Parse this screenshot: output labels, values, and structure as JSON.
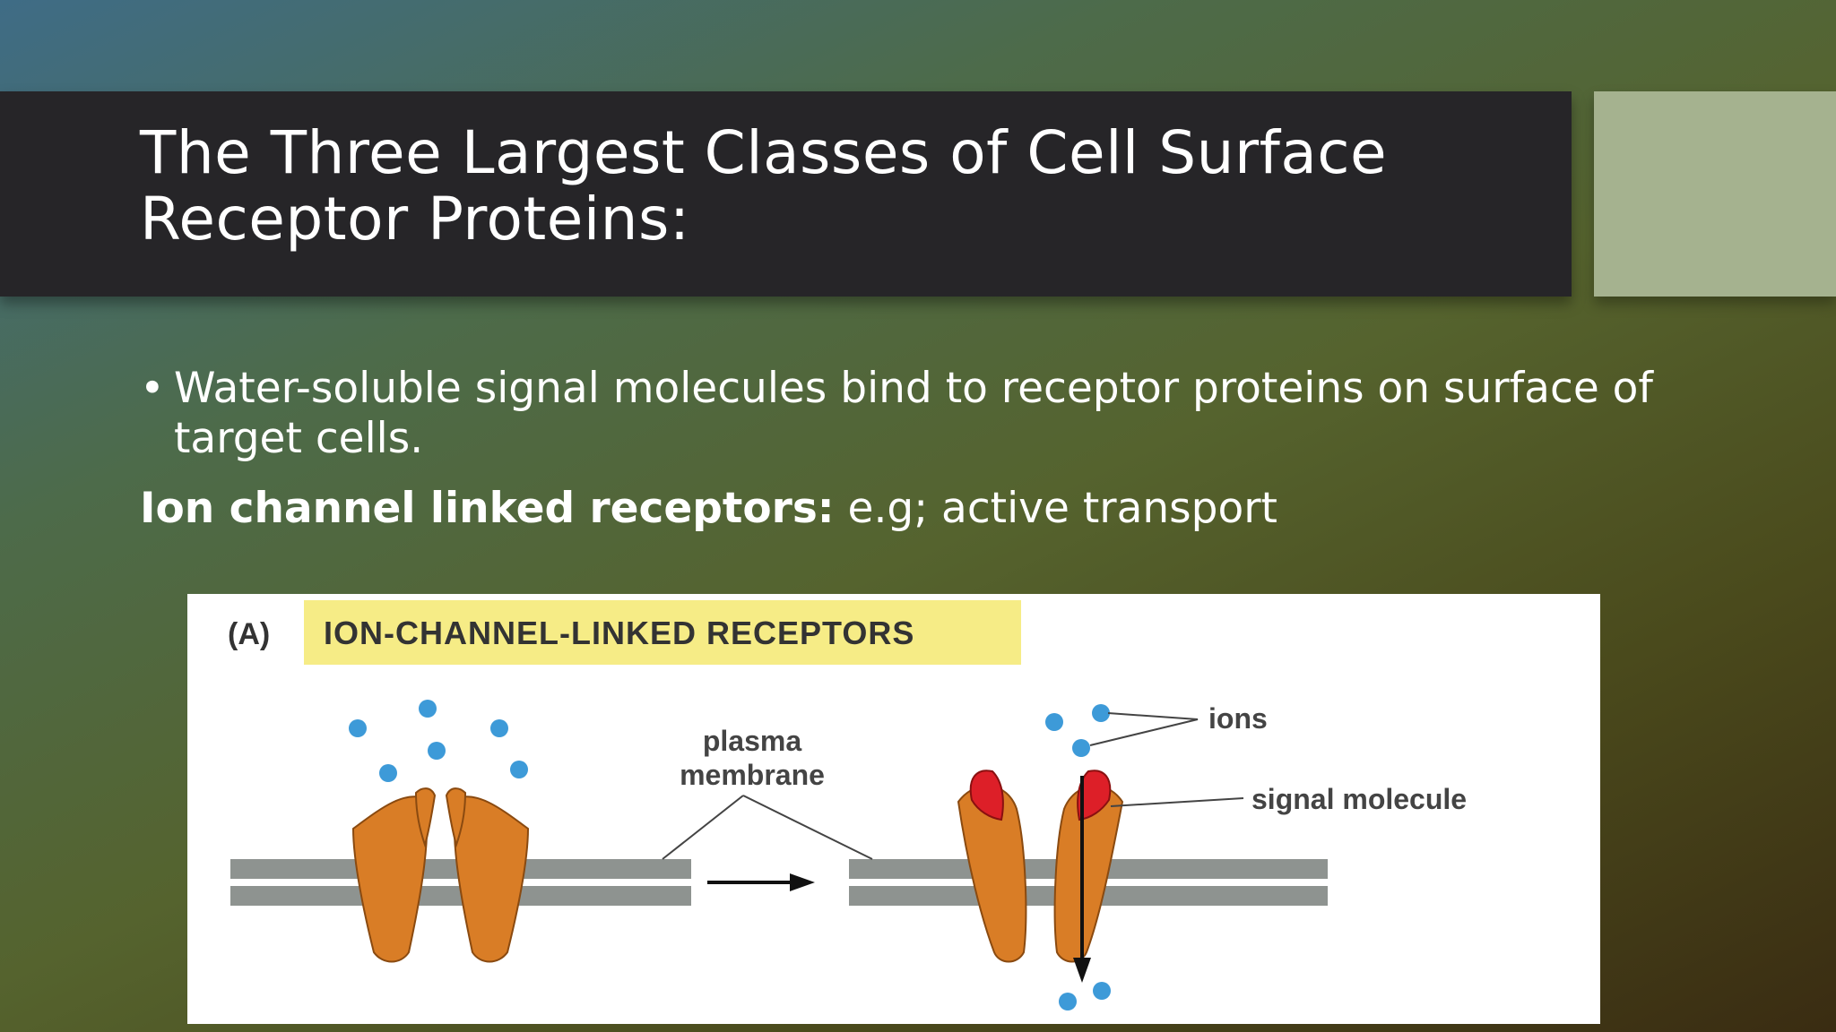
{
  "slide": {
    "title": "The Three Largest Classes of Cell Surface Receptor Proteins:",
    "bullet_marker": "•",
    "bullet_text": "Water-soluble signal molecules bind to receptor proteins on surface of target cells.",
    "subhead_bold": "Ion channel linked receptors:",
    "subhead_rest": " e.g; active transport"
  },
  "figure": {
    "panel_label": "(A)",
    "heading": "ION-CHANNEL-LINKED RECEPTORS",
    "label_plasma_1": "plasma",
    "label_plasma_2": "membrane",
    "label_ions": "ions",
    "label_signal": "signal molecule"
  },
  "colors": {
    "title_bar": "#262528",
    "accent_block": "#a5b28f",
    "heading_highlight": "#f6ec86",
    "protein": "#d97d26",
    "signal_molecule": "#dd1f28",
    "ion": "#3d9ad8",
    "membrane": "#8e9390"
  }
}
